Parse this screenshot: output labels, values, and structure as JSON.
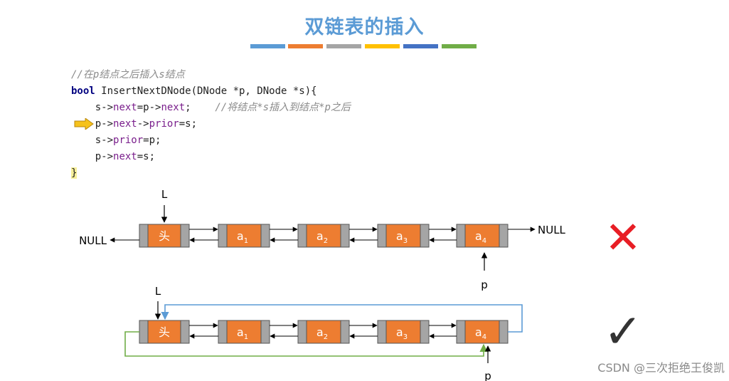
{
  "title": "双链表的插入",
  "title_colors": [
    "#5b9bd5",
    "#ed7d31",
    "#a5a5a5",
    "#ffc000",
    "#4472c4",
    "#70ad47"
  ],
  "code": {
    "comment_top": "//在p结点之后插入s结点",
    "line1_kw": "bool",
    "line1_rest": " InsertNextDNode(DNode *p, DNode *s){",
    "line2_a": "    s->",
    "line2_b": "next",
    "line2_c": "=p->",
    "line2_d": "next",
    "line2_e": ";    ",
    "line2_comment": "//将结点*s插入到结点*p之后",
    "line3_a": "    p->",
    "line3_b": "next",
    "line3_c": "->",
    "line3_d": "prior",
    "line3_e": "=s;",
    "line4_a": "    s->",
    "line4_b": "prior",
    "line4_c": "=p;",
    "line5_a": "    p->",
    "line5_b": "next",
    "line5_c": "=s;",
    "line6": "}"
  },
  "list_top": {
    "head_label": "头",
    "pointer_L": "L",
    "null_left": "NULL",
    "null_right": "NULL",
    "pointer_p": "p",
    "mark": "✕"
  },
  "list_bottom": {
    "head_label": "头",
    "pointer_L": "L",
    "pointer_p": "p",
    "mark": "✓"
  },
  "nodes": [
    {
      "base": "a",
      "sub": "1"
    },
    {
      "base": "a",
      "sub": "2"
    },
    {
      "base": "a",
      "sub": "3"
    },
    {
      "base": "a",
      "sub": "4"
    }
  ],
  "colors": {
    "node_fill": "#ed7d31",
    "node_pointer": "#a5a5a5",
    "cross": "#e81e25",
    "check": "#333333",
    "link_blue": "#5b9bd5",
    "link_green": "#70ad47",
    "arrow_yellow": "#f6c21c"
  },
  "credit": "CSDN @三次拒绝王俊凯"
}
